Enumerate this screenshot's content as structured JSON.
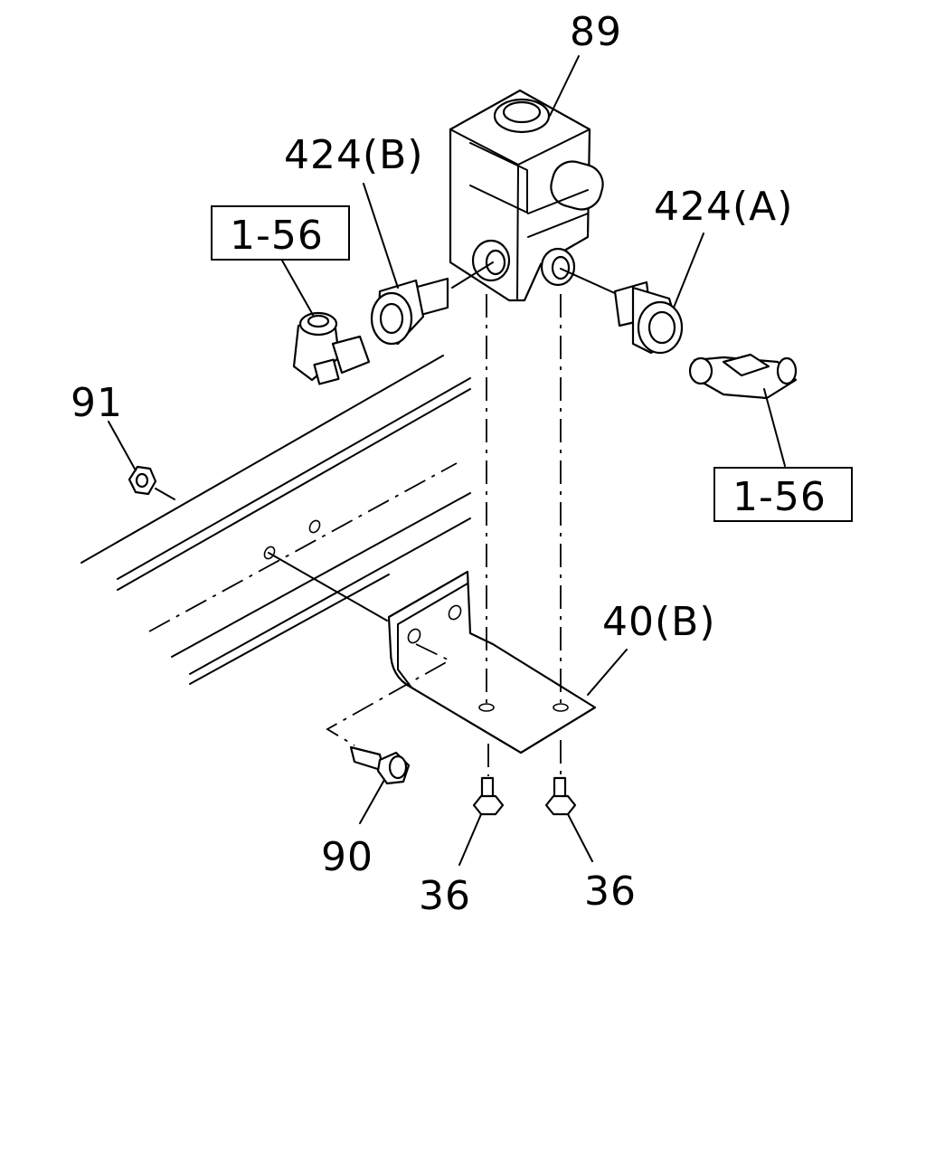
{
  "labels": {
    "valve_block": "89",
    "connector_b": "424(B)",
    "connector_a": "424(A)",
    "ref_left": "1-56",
    "ref_right": "1-56",
    "nut": "91",
    "bracket": "40(B)",
    "bolt_side": "90",
    "bolt_left": "36",
    "bolt_right": "36"
  }
}
